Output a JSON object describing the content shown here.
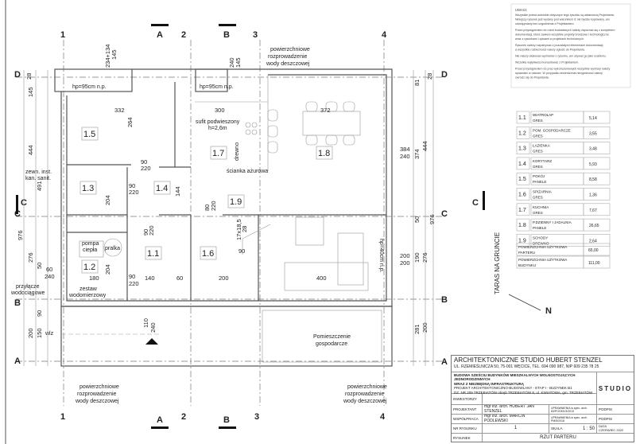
{
  "axes": {
    "v": [
      "1",
      "2",
      "3",
      "4"
    ],
    "h": [
      "D",
      "C",
      "B",
      "A"
    ]
  },
  "sections": {
    "a": "A",
    "b": "B",
    "c": "C"
  },
  "rooms": {
    "r11": "1.1",
    "r12": "1.2",
    "r13": "1.3",
    "r14": "1.4",
    "r15": "1.5",
    "r16": "1.6",
    "r17": "1.7",
    "r18": "1.8",
    "r19": "1.9"
  },
  "annotations": {
    "rain_1": "powierzchniowe",
    "rain_2": "rozprowadzenie",
    "rain_3": "wody deszczowej",
    "hp": "hp=95cm n.p.",
    "hp_side": "hp=40cm n.p.",
    "ceiling_1": "sufit podwieszony",
    "ceiling_2": "h=2,6m",
    "drewno": "drewno",
    "screen": "ścianka ażurowa",
    "ext_1": "zewn. inst.",
    "ext_2": "kan. sanit.",
    "pump_1": "pompa",
    "pump_2": "ciepła",
    "washer": "pralka",
    "meter_1": "zestaw",
    "meter_2": "wodomierzowy",
    "water_1": "przyłącze",
    "water_2": "wodociągowe",
    "wlz": "wlz",
    "utility_1": "Pomieszczenie",
    "utility_2": "gospodarcze",
    "terrace": "TARAS NA GRUNCIE",
    "north": "N"
  },
  "dims": {
    "d234": "234+134",
    "d145": "145",
    "d240": "240",
    "d332": "332",
    "d300": "300",
    "d264": "264",
    "d372": "372",
    "d90": "90",
    "d220": "220",
    "d444": "444",
    "d491": "491",
    "d976": "976",
    "d276": "276",
    "d28": "28",
    "d81": "81",
    "d384": "384",
    "d374": "374",
    "d204": "204",
    "d144": "144",
    "d80": "80",
    "d17": "17x18,5",
    "d180": "180",
    "d140": "140",
    "d60": "60",
    "d200": "200",
    "d400": "400",
    "d50": "50",
    "d190": "190",
    "d110": "110",
    "d150": "150",
    "d281": "281"
  },
  "notes": {
    "title": "UWAGI:",
    "lines": [
      "Wszystkie prawa autorskie dotyczące tego rysunku są własnością Projektanta.",
      "Niniejszy rysunek jest wydany pod warunkiem iż nie będzie kopiowany, ani",
      "udostępniany bez uzgodnienia z Projektantem.",
      "Przed przystąpieniem do robót budowlanych należy zapoznać się z kompletem",
      "dokumentacji, która zawiera wszystkie projekty branżowe i technologiczne",
      "wraz z rysunkami i opisami w projektach technicznych.",
      "Rysunek należy rozpatrywać z pozostałymi elementami dokumentacji,",
      "a wszystkie rozbieżności należy zgłosić do Projektanta.",
      "Nie należy skalować wymiarów z rysunku, ani używać go jako szablonu.",
      "Wszelkie wątpliwości konsultować z Projektantem.",
      "Przed przystąpieniem do prac wykończeniowych wszystkie wymiary należy",
      "sprawdzić w naturze. W przypadku stwierdzenia niezgodności należy",
      "zwrócić się do Projektanta."
    ]
  },
  "room_table": [
    {
      "no": "1.1",
      "name": "WIATROŁAP",
      "floor": "GRES",
      "area": "5,14"
    },
    {
      "no": "1.2",
      "name": "POM. GOSPODARCZE",
      "floor": "GRES",
      "area": "3,55"
    },
    {
      "no": "1.3",
      "name": "ŁAZIENKA",
      "floor": "GRES",
      "area": "3,48"
    },
    {
      "no": "1.4",
      "name": "KORYTARZ",
      "floor": "GRES",
      "area": "5,93"
    },
    {
      "no": "1.5",
      "name": "POKÓJ",
      "floor": "PANELE",
      "area": "8,58"
    },
    {
      "no": "1.6",
      "name": "SPIŻARNIA",
      "floor": "GRES",
      "area": "1,36"
    },
    {
      "no": "1.7",
      "name": "KUCHNIA",
      "floor": "GRES",
      "area": "7,67"
    },
    {
      "no": "1.8",
      "name": "P.DZIENNY I JADALNIA",
      "floor": "PANELE",
      "area": "26,65"
    },
    {
      "no": "1.9",
      "name": "SCHODY",
      "floor": "DREWNO",
      "area": "2,64"
    }
  ],
  "totals": [
    {
      "l1": "POWIERZCHNIA UŻYTKOWA",
      "l2": "PARTERU",
      "val": "65,00"
    },
    {
      "l1": "POWIERZCHNIA UŻYTKOWA",
      "l2": "BUDYNKU",
      "val": "111,00"
    }
  ],
  "title_block": {
    "firm": "ARCHITEKTONICZNE STUDIO HUBERT STENZEL",
    "address": "UL. RZEMIEŚLNICZA 50, 75-001 WĘCICE, TEL. 694 090 987, NIP 609 235 78 25",
    "project_1": "BUDOWA SZEŚCIU BUDYNKÓW MIESZKALNYCH WOLNOSTOJĄCYCH JEDNORODZINNYCH",
    "project_2": "WRAZ Z NIEZBĘDNĄ INFRASTRUKTURĄ",
    "project_3": "PROJEKT ARCHITEKTONICZNO-BUDOWLANY - ETAP I - BUDYNEK B1",
    "project_4": "DZ. NR 209 TRZEBIATÓW obręb TRZEBIATÓW 8, ul. KWIATOWA, gm. TRZEBIATÓW",
    "logo": "STUDIO",
    "investor_label": "INWESTORZY",
    "designer_label": "PROJEKTANT",
    "designer": "mgr inż. arch. HUBERT JAN STENZEL",
    "designer_lic": "UPRAWNIENIA w spec. arch. 83/POOKK/3/2013",
    "coop_label": "WSPÓŁPRACA",
    "coop": "mgr inż. arch. MARCIN PODLEWSKI",
    "coop_lic": "UPRAWNIENIA w spec. arch. PM/5/2018",
    "sign": "PODPIS",
    "drawing_no_label": "NR RYSUNKU",
    "drawing_no": "1",
    "scale_label": "SKALA",
    "scale": "1 : 50",
    "date_label": "DATA",
    "date": "CZERWIEC 2022",
    "drawing_label": "RYSUNEK",
    "drawing": "RZUT PARTERU"
  }
}
